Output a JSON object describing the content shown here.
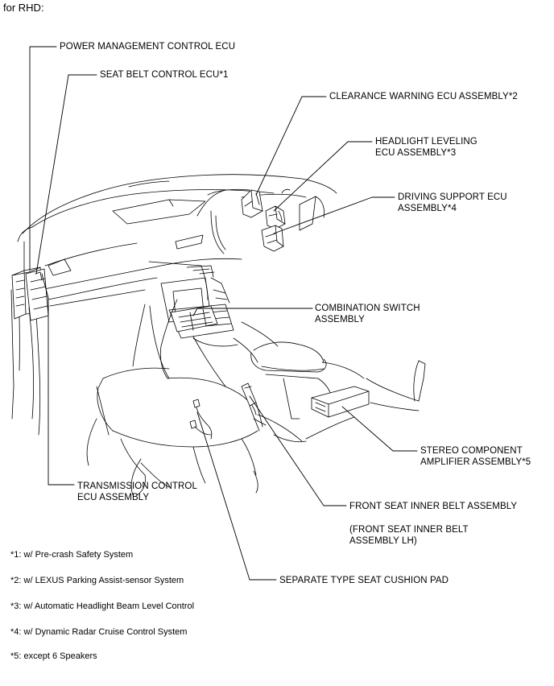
{
  "header": "for RHD:",
  "labels": {
    "power_mgmt": "POWER MANAGEMENT CONTROL ECU",
    "seat_belt": "SEAT BELT CONTROL ECU*1",
    "clearance_l1": "CLEARANCE WARNING ECU ASSEMBLY*2",
    "headlight_l1": "HEADLIGHT LEVELING",
    "headlight_l2": "ECU ASSEMBLY*3",
    "driving_l1": "DRIVING SUPPORT ECU",
    "driving_l2": "ASSEMBLY*4",
    "combination_l1": "COMBINATION SWITCH",
    "combination_l2": "ASSEMBLY",
    "stereo_l1": "STEREO COMPONENT",
    "stereo_l2": "AMPLIFIER ASSEMBLY*5",
    "transmission_l1": "TRANSMISSION CONTROL",
    "transmission_l2": "ECU ASSEMBLY",
    "front_belt": "FRONT SEAT INNER BELT ASSEMBLY",
    "front_belt_lh_l1": "(FRONT SEAT INNER BELT",
    "front_belt_lh_l2": "ASSEMBLY LH)",
    "seat_cushion": "SEPARATE TYPE SEAT CUSHION PAD"
  },
  "notes": [
    "*1: w/ Pre-crash Safety System",
    "*2: w/ LEXUS Parking Assist-sensor System",
    "*3: w/ Automatic Headlight Beam Level Control",
    "*4: w/ Dynamic Radar Cruise Control System",
    "*5: except 6 Speakers"
  ]
}
